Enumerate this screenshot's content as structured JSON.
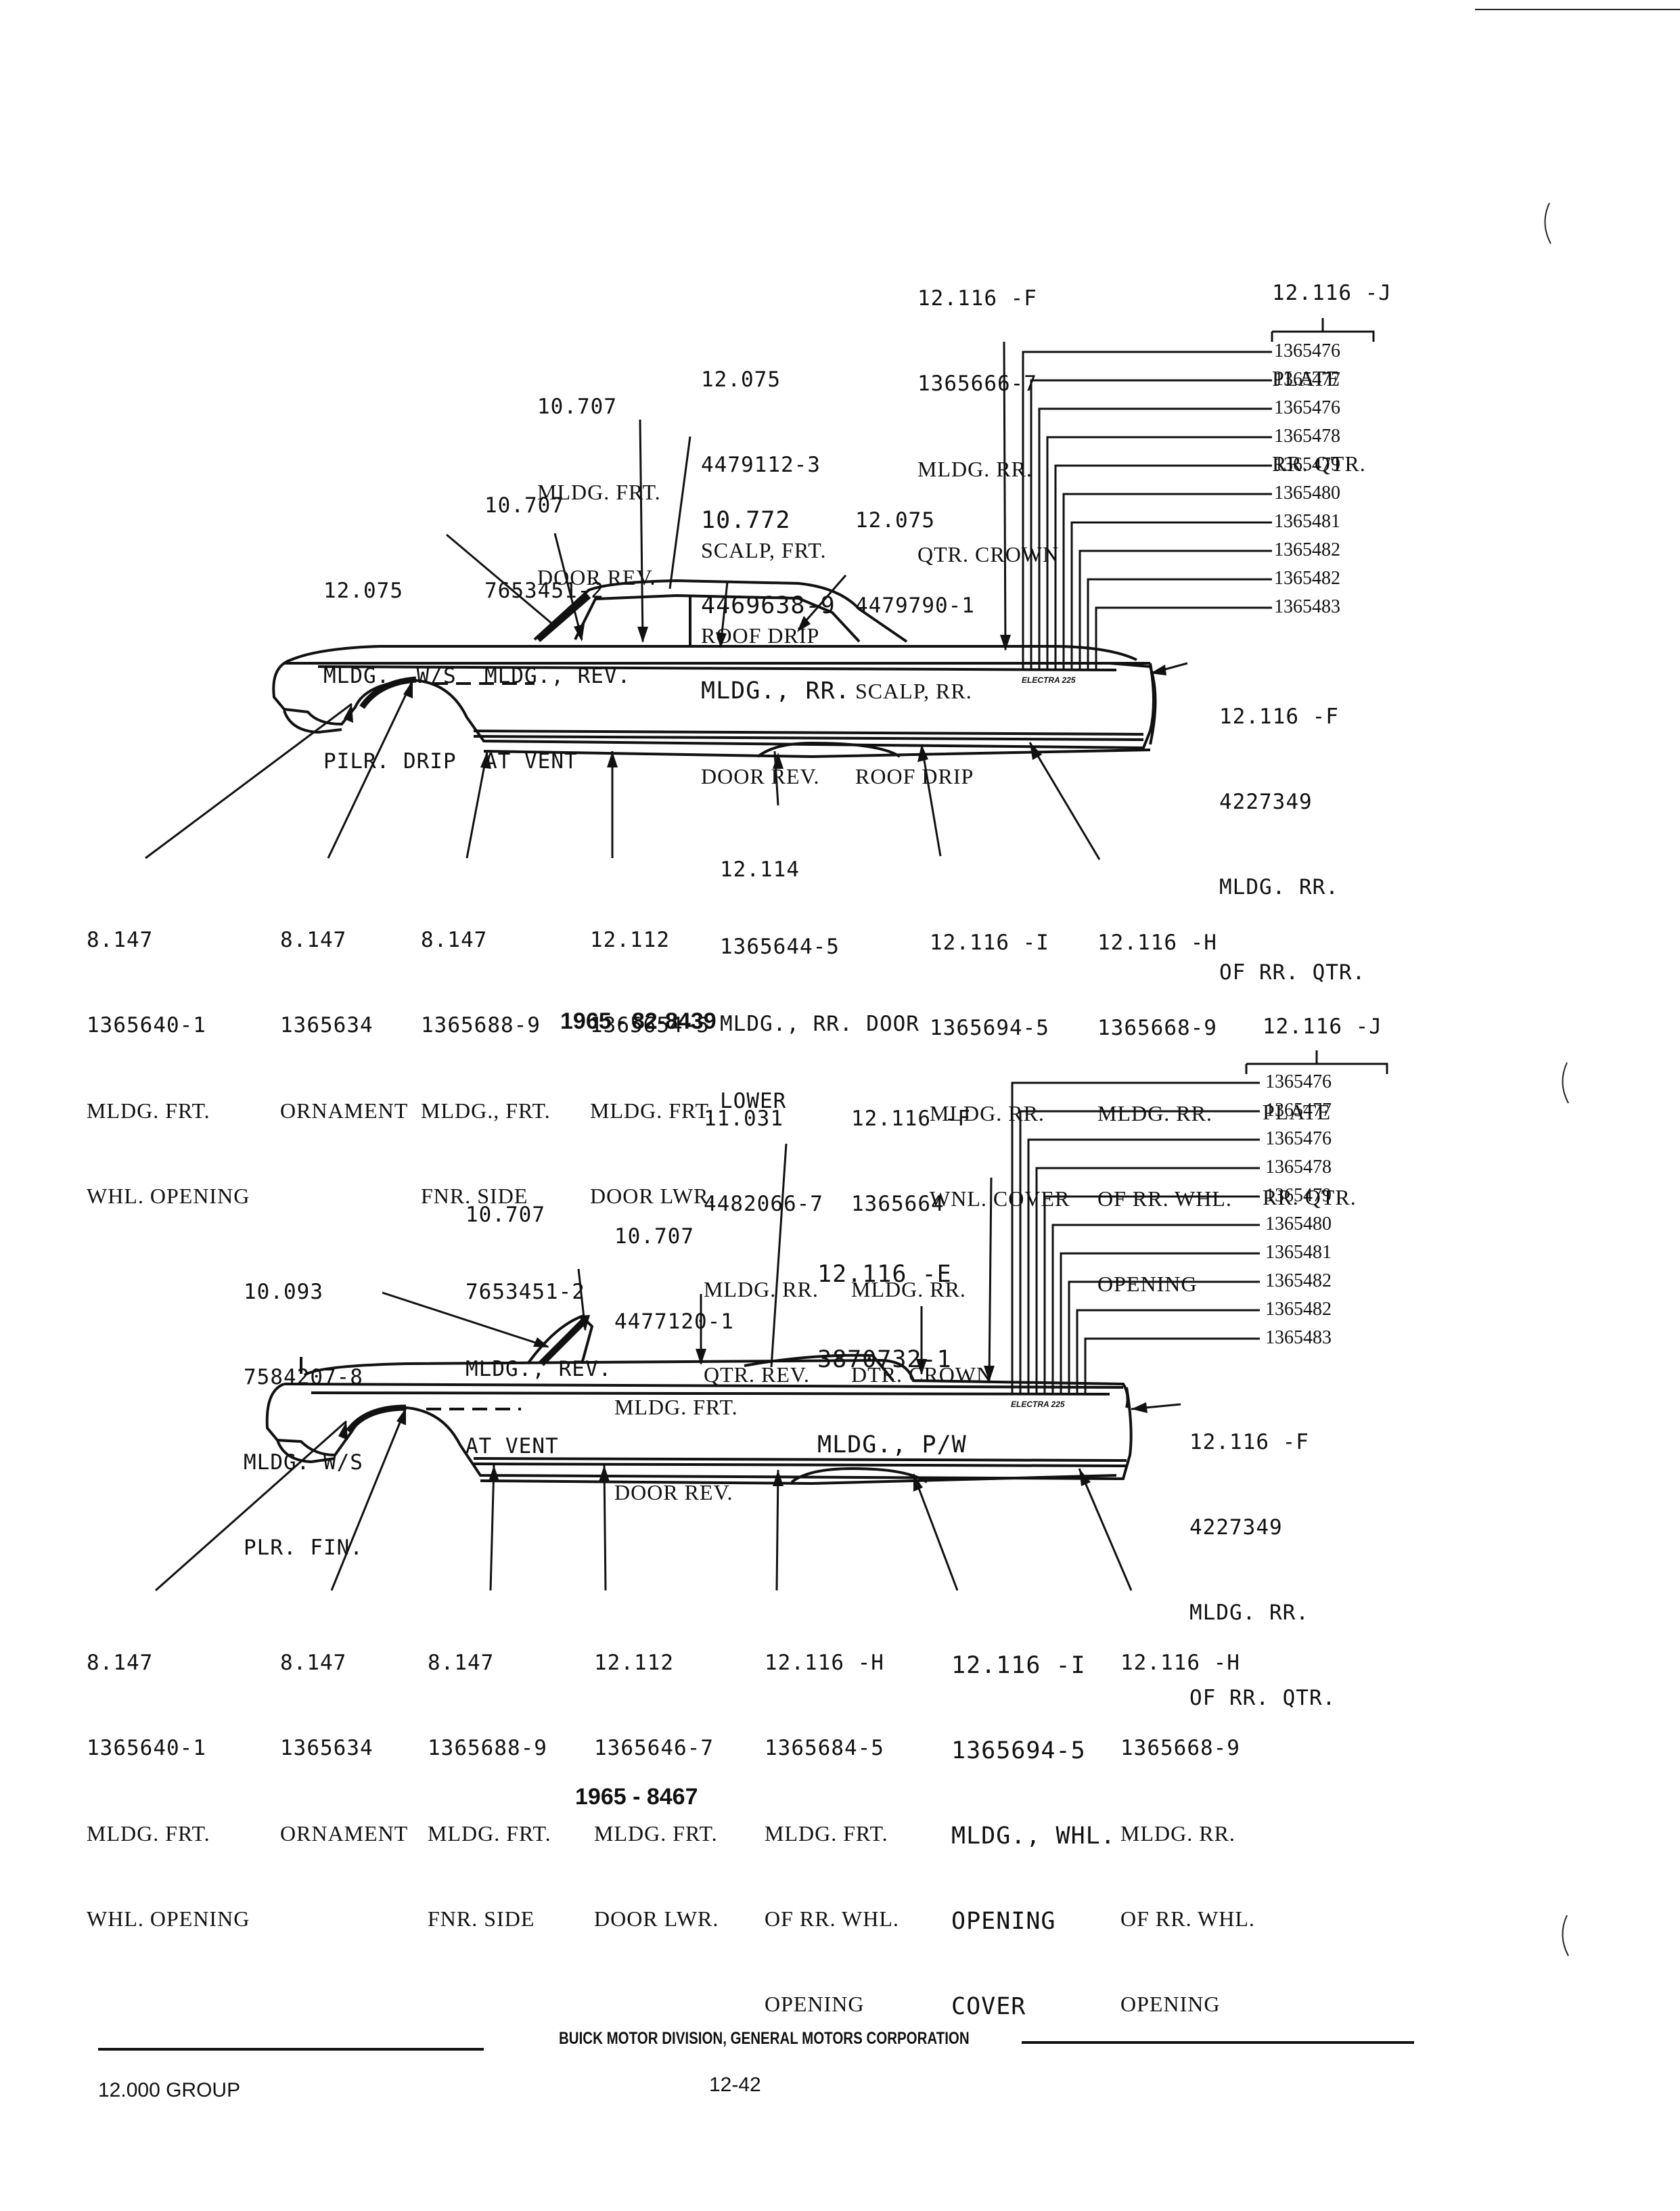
{
  "diagrams": {
    "top": {
      "caption": "1965 - 82-8439",
      "callouts": {
        "c12116f_top": [
          "12.116 -F",
          "1365666-7",
          "MLDG. RR.",
          "QTR. CROWN"
        ],
        "c12116j": [
          "12.116 -J",
          "PLATE",
          "RR. QTR."
        ],
        "c12075_scalp": [
          "12.075",
          "4479112-3",
          "SCALP, FRT.",
          "ROOF DRIP"
        ],
        "c10707_door": [
          "10.707",
          "MLDG. FRT.",
          "DOOR REV."
        ],
        "c10707_vent": [
          "10.707",
          "7653451-2",
          "MLDG., REV.",
          "AT VENT"
        ],
        "c10772": [
          "10.772",
          "4469638-9",
          "MLDG., RR.",
          "DOOR REV."
        ],
        "c12075_rr": [
          "12.075",
          "4479790-1",
          "SCALP, RR.",
          "ROOF DRIP"
        ],
        "c12075_ws": [
          "12.075",
          "MLDG., W/S",
          "PILR. DRIP"
        ],
        "c12116f_side": [
          "12.116 -F",
          "4227349",
          "MLDG. RR.",
          "OF RR. QTR."
        ],
        "c12114": [
          "12.114",
          "1365644-5",
          "MLDG., RR. DOOR",
          "LOWER"
        ],
        "c8147_whl": [
          "8.147",
          "1365640-1",
          "MLDG. FRT.",
          "WHL. OPENING"
        ],
        "c8147_orn": [
          "8.147",
          "1365634",
          "ORNAMENT"
        ],
        "c8147_fnr": [
          "8.147",
          "1365688-9",
          "MLDG., FRT.",
          "FNR. SIDE"
        ],
        "c12112": [
          "12.112",
          "1365654-5",
          "MLDG. FRT.",
          "DOOR LWR."
        ],
        "c12116i": [
          "12.116 -I",
          "1365694-5",
          "MLDG. RR.",
          "WNL. COVER"
        ],
        "c12116h": [
          "12.116 -H",
          "1365668-9",
          "MLDG. RR.",
          "OF RR. WHL.",
          "OPENING"
        ]
      },
      "plate_parts": [
        "1365476",
        "1365477",
        "1365476",
        "1365478",
        "1365479",
        "1365480",
        "1365481",
        "1365482",
        "1365482",
        "1365483"
      ],
      "badge": "ELECTRA 225"
    },
    "bottom": {
      "caption": "1965 - 8467",
      "callouts": {
        "c12116j": [
          "12.116 -J",
          "PLATE",
          "RR. QTR."
        ],
        "c11031": [
          "11.031",
          "4482066-7",
          "MLDG. RR.",
          "QTR. REV."
        ],
        "c12116f_top": [
          "12.116 -F",
          "1365664",
          "MLDG. RR.",
          "DTR. CROWN"
        ],
        "c10707_vent": [
          "10.707",
          "7653451-2",
          "MLDG., REV.",
          "AT VENT"
        ],
        "c10707_door": [
          "10.707",
          "4477120-1",
          "MLDG. FRT.",
          "DOOR REV."
        ],
        "c12116e": [
          "12.116 -E",
          "3870732-1",
          "MLDG., P/W"
        ],
        "c10093": [
          "10.093",
          "7584207-8",
          "MLDG. W/S",
          "PLR. FIN."
        ],
        "c12116f_side": [
          "12.116 -F",
          "4227349",
          "MLDG. RR.",
          "OF RR. QTR."
        ],
        "c8147_whl": [
          "8.147",
          "1365640-1",
          "MLDG. FRT.",
          "WHL. OPENING"
        ],
        "c8147_orn": [
          "8.147",
          "1365634",
          "ORNAMENT"
        ],
        "c8147_fnr": [
          "8.147",
          "1365688-9",
          "MLDG. FRT.",
          "FNR. SIDE"
        ],
        "c12112": [
          "12.112",
          "1365646-7",
          "MLDG. FRT.",
          "DOOR LWR."
        ],
        "c12116h_frt": [
          "12.116 -H",
          "1365684-5",
          "MLDG. FRT.",
          "OF RR. WHL.",
          "OPENING"
        ],
        "c12116i": [
          "12.116 -I",
          "1365694-5",
          "MLDG., WHL.",
          "OPENING",
          "COVER"
        ],
        "c12116h_rr": [
          "12.116 -H",
          "1365668-9",
          "MLDG. RR.",
          "OF RR. WHL.",
          "OPENING"
        ]
      },
      "plate_parts": [
        "1365476",
        "1365477",
        "1365476",
        "1365478",
        "1365479",
        "1365480",
        "1365481",
        "1365482",
        "1365482",
        "1365483"
      ],
      "badge": "ELECTRA 225"
    }
  },
  "footer": {
    "division": "BUICK MOTOR DIVISION, GENERAL MOTORS CORPORATION",
    "group": "12.000 GROUP",
    "page_number": "12-42"
  }
}
